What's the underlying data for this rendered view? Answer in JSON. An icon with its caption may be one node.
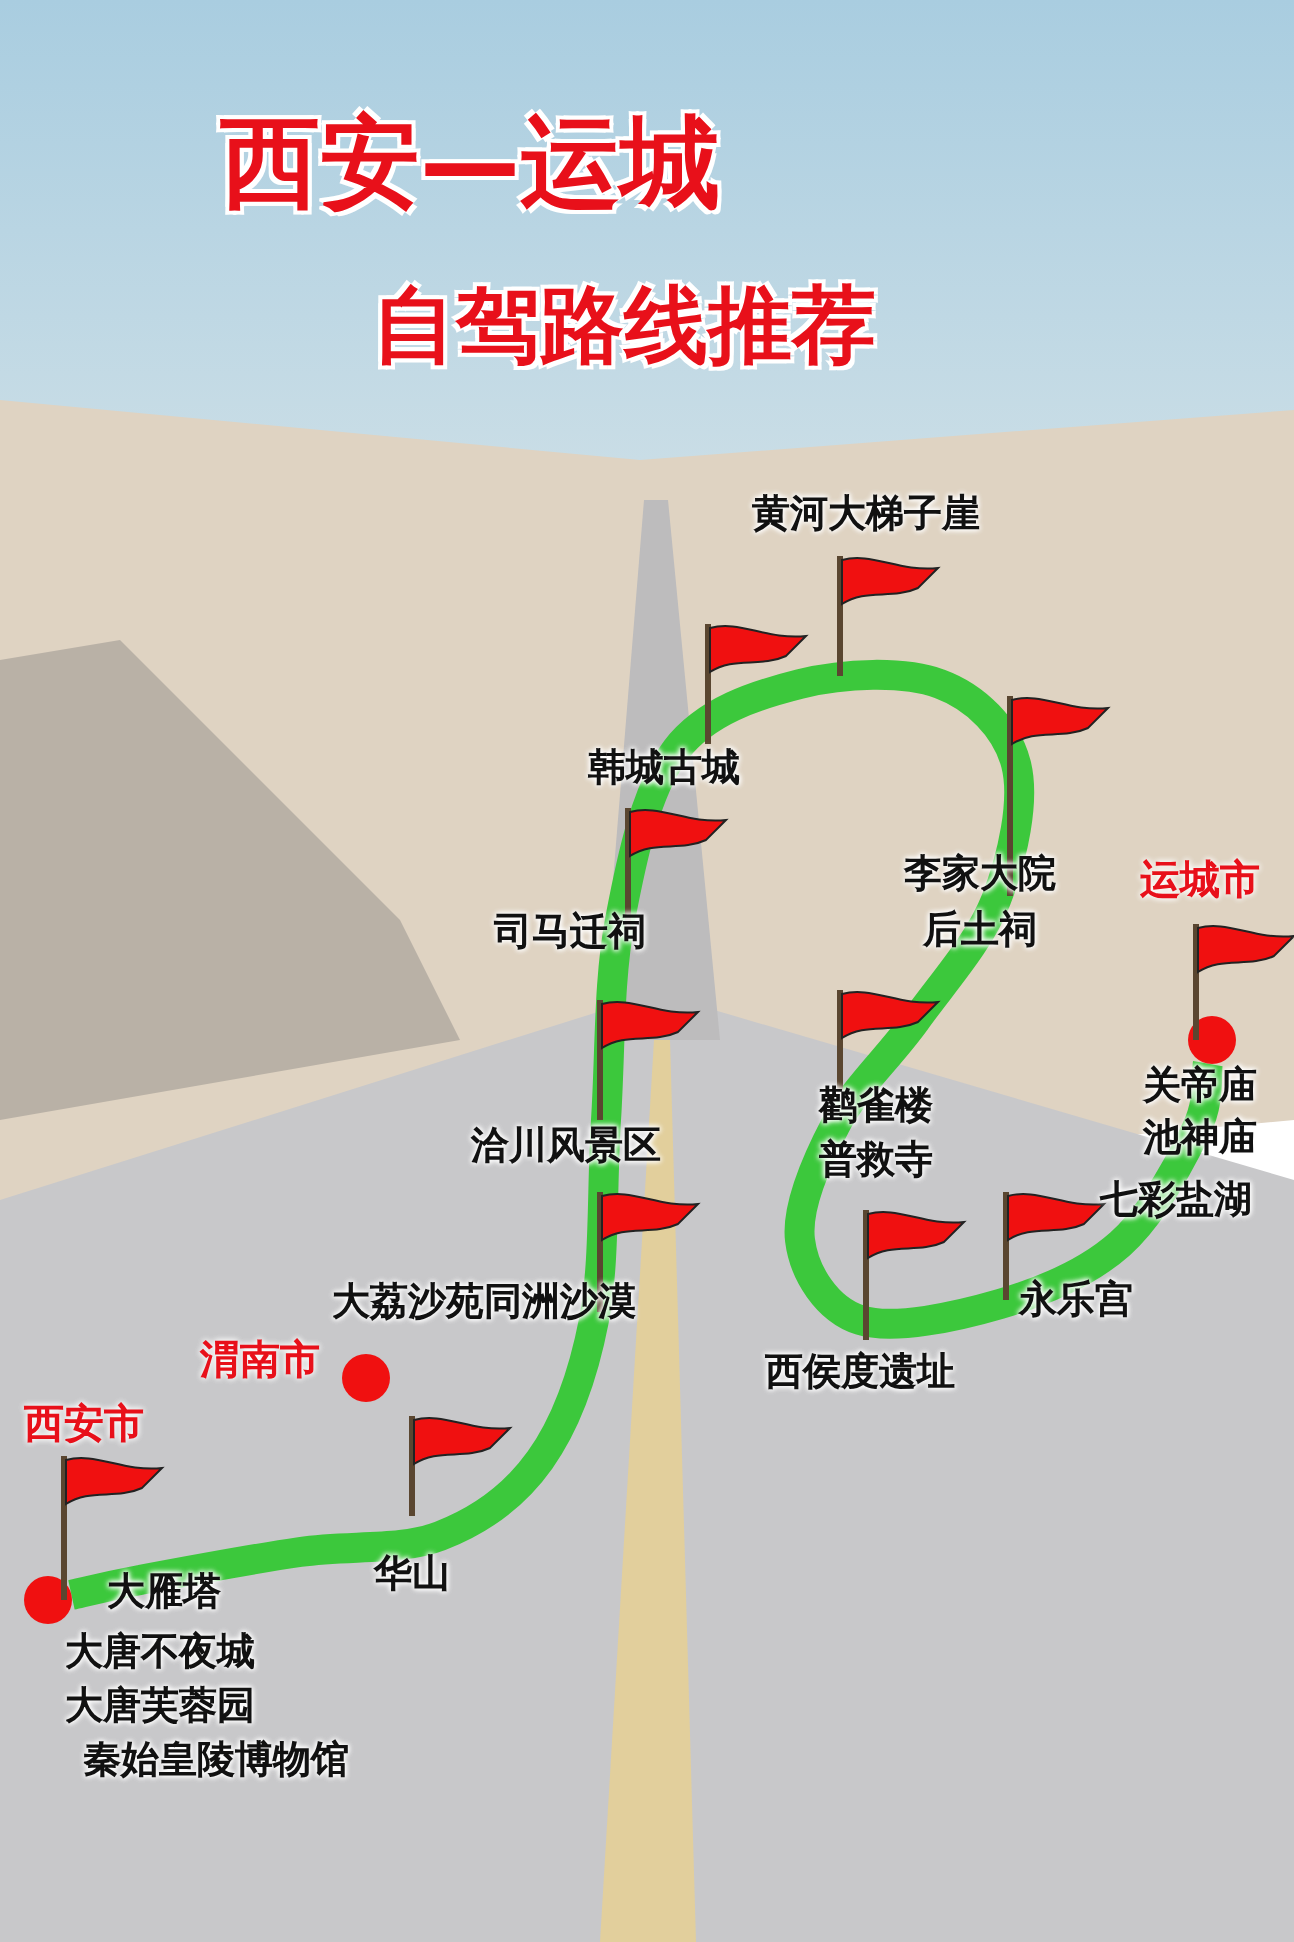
{
  "diagram": {
    "title": "西安—运城",
    "nodes": [
      {
        "text": [],
        "shape": "circle"
      },
      {
        "text": [],
        "shape": "circle"
      },
      {
        "text": [],
        "shape": "circle"
      }
    ],
    "edges": [
      {
        "from": 2,
        "to": 0,
        "arrow": "none",
        "color": "#3cc83c"
      }
    ],
    "labels": [
      "自驾路线推荐",
      "黄河大梯子崖",
      "韩城古城",
      "李家大院",
      "后土祠",
      "运城市",
      "司马迁祠",
      "关帝庙",
      "池神庙",
      "鹳雀楼",
      "普救寺",
      "洽川风景区",
      "七彩盐湖",
      "大荔沙苑同洲沙漠",
      "永乐宫",
      "渭南市",
      "西侯度遗址",
      "西安市",
      "大雁塔",
      "华山",
      "大唐不夜城",
      "大唐芙蓉园",
      "秦始皇陵博物馆"
    ]
  }
}
